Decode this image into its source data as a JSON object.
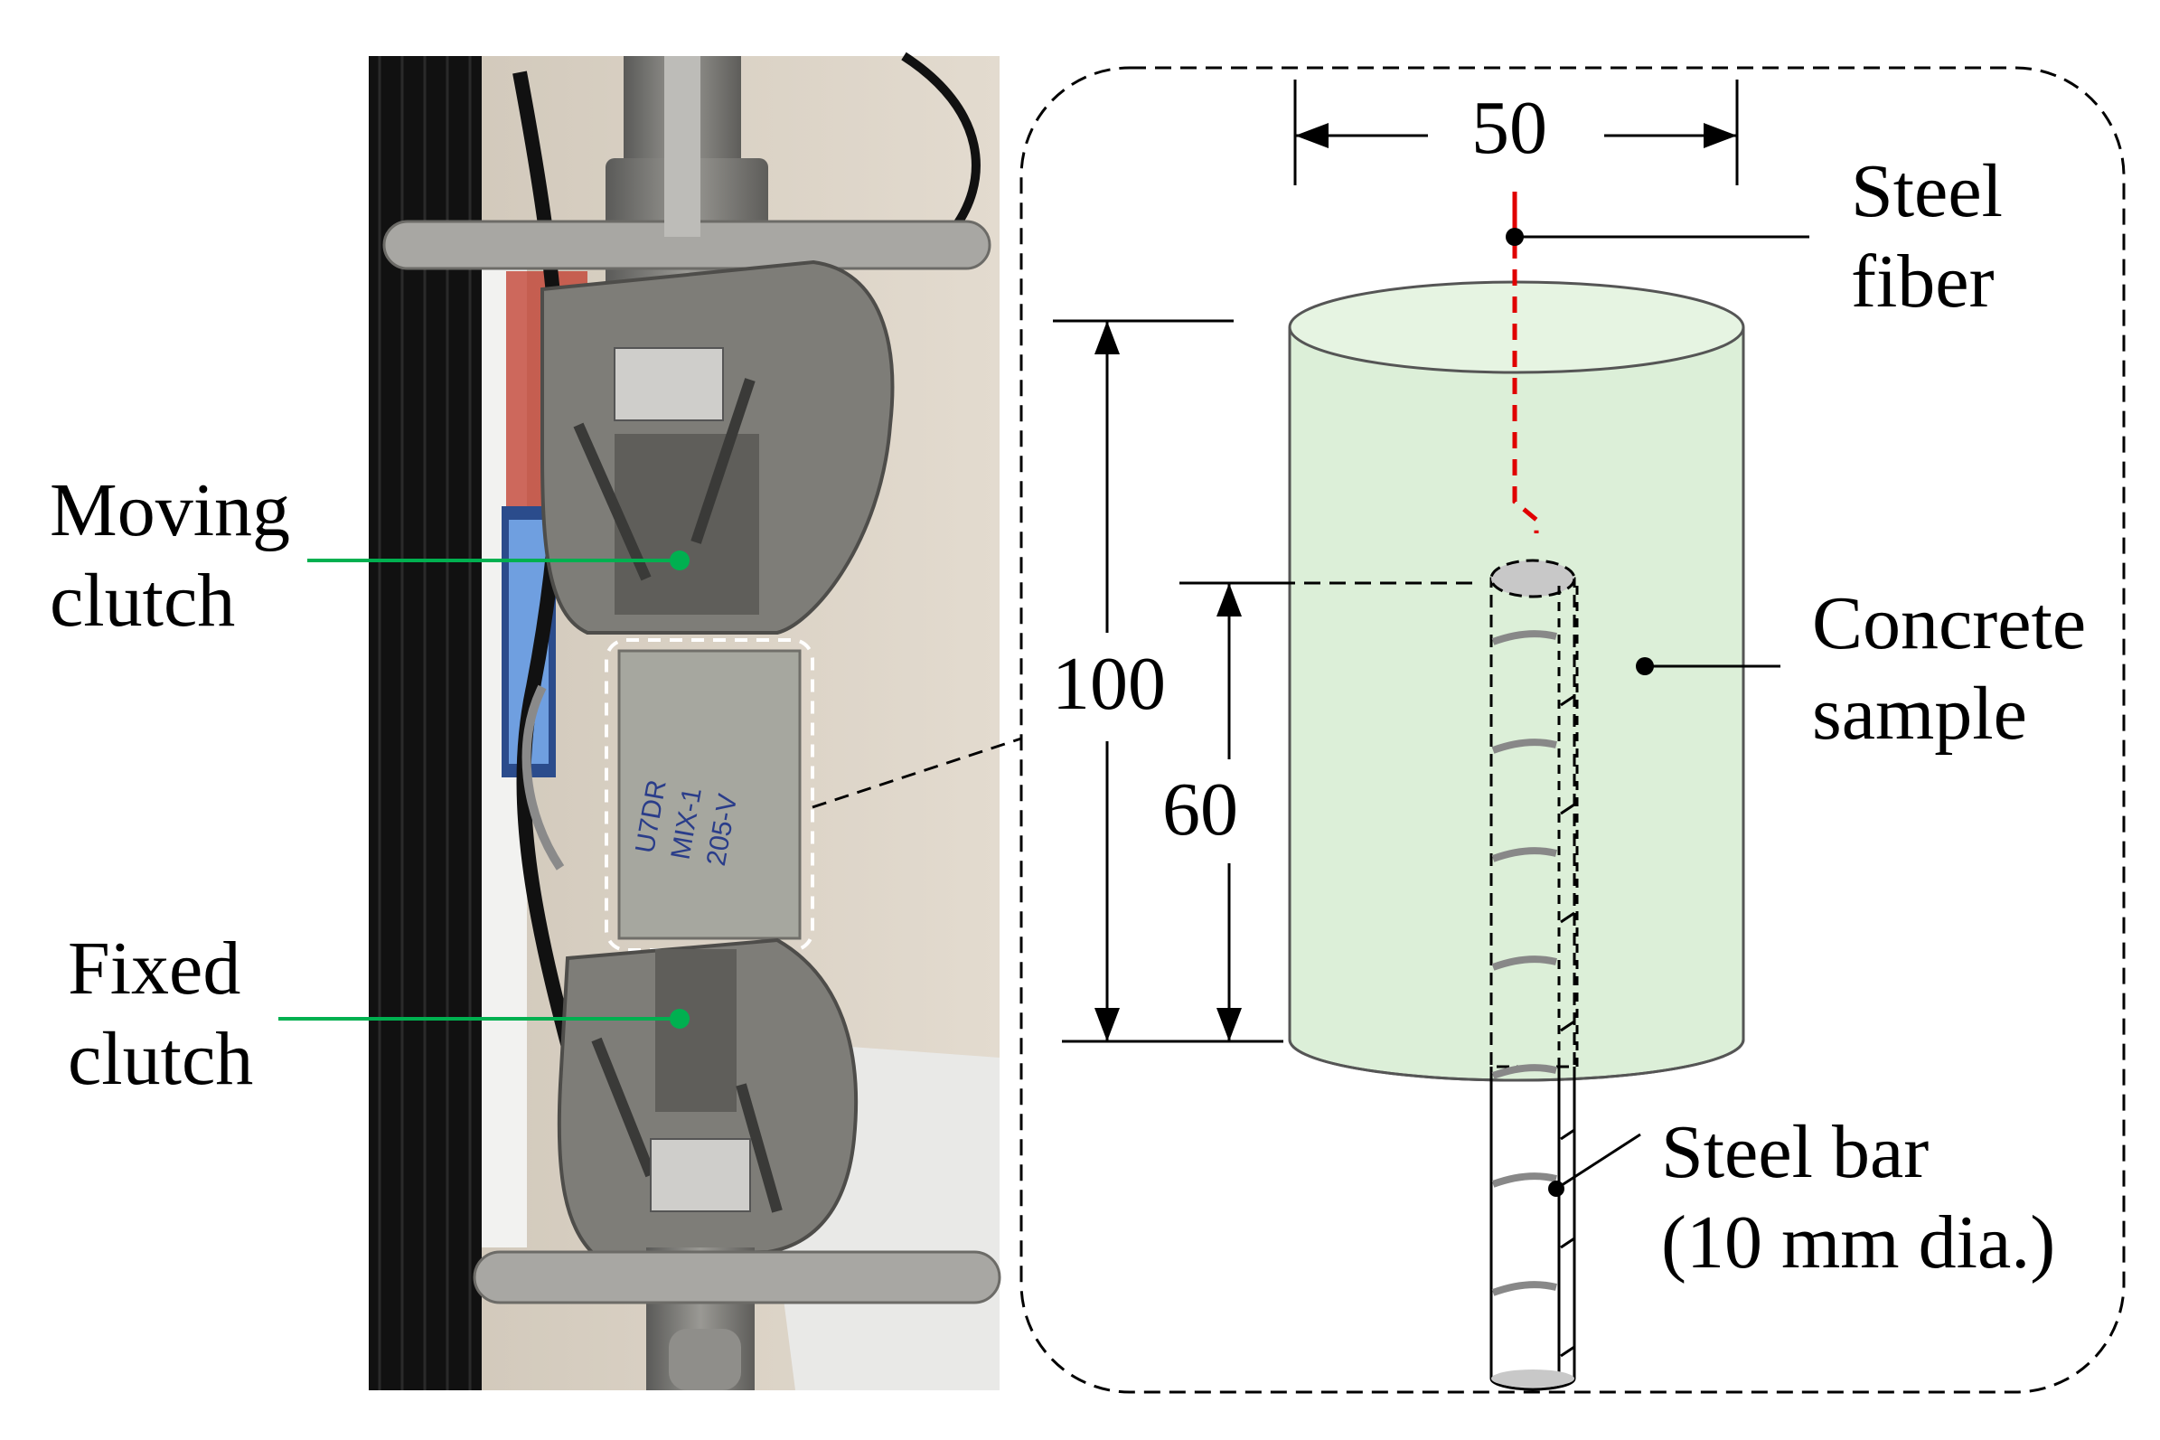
{
  "labels": {
    "moving_clutch": [
      "Moving",
      "clutch"
    ],
    "fixed_clutch": [
      "Fixed",
      "clutch"
    ],
    "steel_fiber": [
      "Steel",
      "fiber"
    ],
    "concrete_sample": [
      "Concrete",
      "sample"
    ],
    "steel_bar": [
      "Steel bar",
      "(10 mm dia.)"
    ]
  },
  "dimensions": {
    "width": "50",
    "height_total": "100",
    "height_embed": "60"
  },
  "colors": {
    "leader_green": "#00b050",
    "fiber_red": "#e00000",
    "concrete_fill": "#dcefd8",
    "outline": "#000000"
  }
}
